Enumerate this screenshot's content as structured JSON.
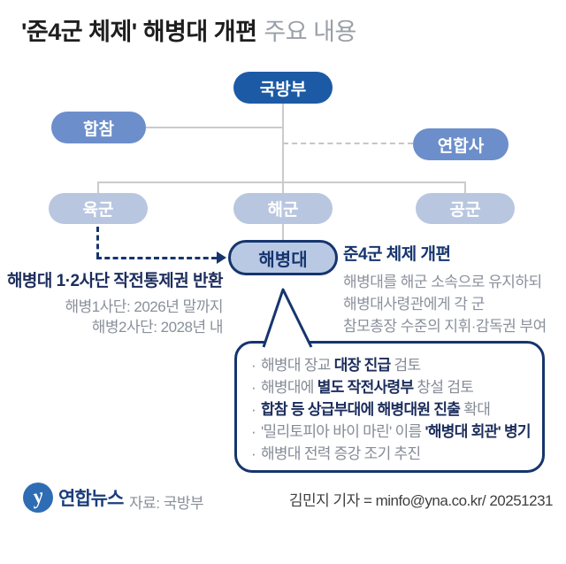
{
  "title": {
    "main": "'준4군 체제' 해병대 개편",
    "sub": "주요 내용"
  },
  "org_chart": {
    "nodes": {
      "mnd": "국방부",
      "jcs": "합참",
      "cfc": "연합사",
      "army": "육군",
      "navy": "해군",
      "airforce": "공군",
      "marines": "해병대"
    }
  },
  "left_note": {
    "heading": "해병대 1·2사단 작전통제권 반환",
    "lines": [
      "해병1사단: 2026년 말까지",
      "해병2사단: 2028년 내"
    ]
  },
  "right_note": {
    "heading": "준4군 체제 개편",
    "lines": [
      "해병대를 해군 소속으로 유지하되",
      "해병대사령관에게 각 군",
      "참모총장 수준의 지휘·감독권 부여"
    ]
  },
  "bubble": {
    "bullet": "·",
    "items": [
      [
        {
          "text": "해병대 장교 ",
          "bold": false
        },
        {
          "text": "대장 진급",
          "bold": true
        },
        {
          "text": " 검토",
          "bold": false
        }
      ],
      [
        {
          "text": "해병대에 ",
          "bold": false
        },
        {
          "text": "별도 작전사령부",
          "bold": true
        },
        {
          "text": " 창설 검토",
          "bold": false
        }
      ],
      [
        {
          "text": "합참 등 상급부대에 해병대원 진출",
          "bold": true
        },
        {
          "text": " 확대",
          "bold": false
        }
      ],
      [
        {
          "text": "'밀리토피아 바이 마린' 이름 ",
          "bold": false
        },
        {
          "text": "'해병대 회관' 병기",
          "bold": true
        }
      ],
      [
        {
          "text": "해병대 전력 증강 조기 추진",
          "bold": false
        }
      ]
    ]
  },
  "footer": {
    "logo_text": "연합뉴스",
    "source": "자료: 국방부",
    "credit": "김민지 기자 = minfo@yna.co.kr/ 20251231"
  },
  "colors": {
    "node_dark_blue": "#1c5aa6",
    "node_mid_blue": "#6c8ecb",
    "node_light_blue": "#b9c6e0",
    "navy_accent": "#16356e",
    "connector_gray": "#cbcbcb",
    "text_gray": "#8a909b",
    "logo_blue": "#2e6db4"
  }
}
